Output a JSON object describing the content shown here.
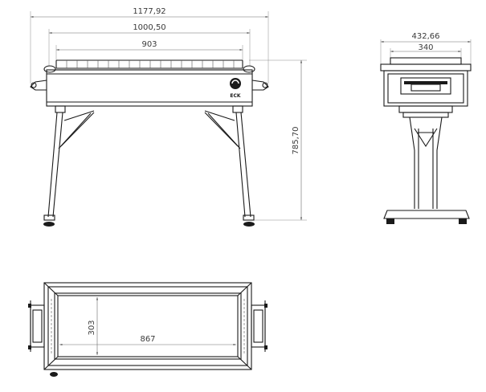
{
  "drawing": {
    "front_view": {
      "overall_width": "1177,92",
      "body_width": "1000,50",
      "grill_width": "903",
      "height": "785,70",
      "logo_text": "ECK"
    },
    "side_view": {
      "outer_width": "432,66",
      "inner_width": "340"
    },
    "top_view": {
      "grate_depth": "303",
      "grate_length": "867"
    }
  }
}
